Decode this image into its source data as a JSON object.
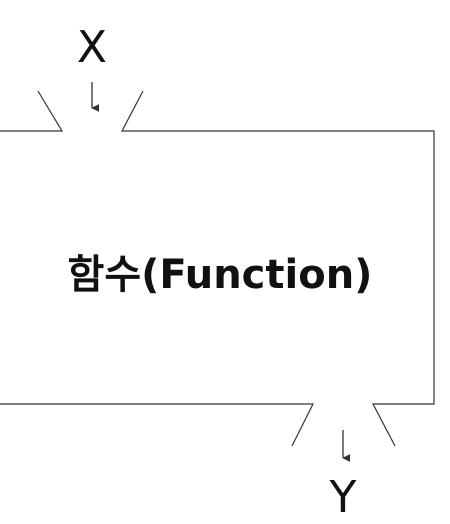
{
  "diagram": {
    "input_label": "X",
    "output_label": "Y",
    "function_label": "함수(Function)",
    "stroke_color": "#333333",
    "text_color": "#111111"
  }
}
